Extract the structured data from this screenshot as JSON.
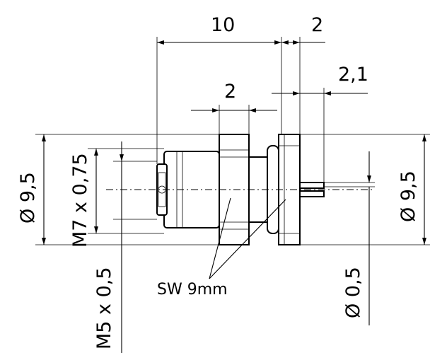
{
  "dimensions": {
    "length_overall": "10",
    "flange_thickness": "2",
    "nut_width": "2",
    "pin_length": "2,1",
    "diameter_left": "Ø 9,5",
    "diameter_right": "Ø 9,5",
    "thread_m7": "M7 x 0,75",
    "thread_m5": "M5 x 0,5",
    "pin_diameter": "Ø 0,5"
  },
  "notes": {
    "wrench_size": "SW 9mm"
  }
}
